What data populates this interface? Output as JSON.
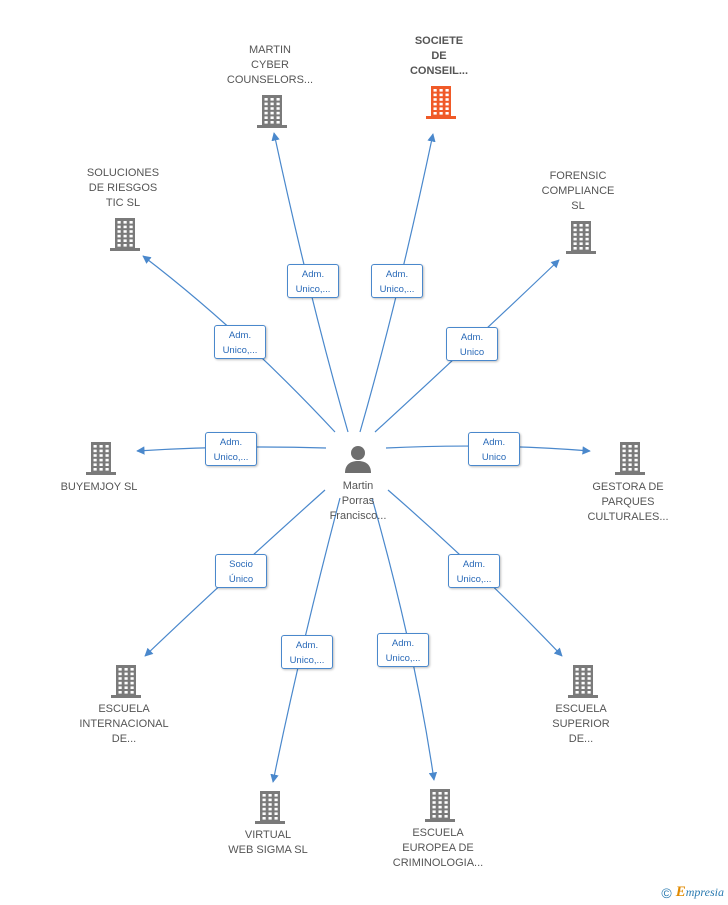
{
  "center": {
    "name_lines": [
      "Martin",
      "Porras",
      "Francisco..."
    ]
  },
  "nodes": [
    {
      "id": "martin-cyber",
      "lines": [
        "MARTIN",
        "CYBER",
        "COUNSELORS..."
      ],
      "role": [
        "Adm.",
        "Unico,..."
      ],
      "highlight": false
    },
    {
      "id": "societe",
      "lines": [
        "SOCIETE",
        "DE",
        "CONSEIL..."
      ],
      "role": [
        "Adm.",
        "Unico,..."
      ],
      "highlight": true
    },
    {
      "id": "soluciones",
      "lines": [
        "SOLUCIONES",
        "DE RIESGOS",
        "TIC  SL"
      ],
      "role": [
        "Adm.",
        "Unico,..."
      ],
      "highlight": false
    },
    {
      "id": "forensic",
      "lines": [
        "FORENSIC",
        "COMPLIANCE",
        "SL"
      ],
      "role": [
        "Adm.",
        "Unico"
      ],
      "highlight": false
    },
    {
      "id": "buyemjoy",
      "lines": [
        "BUYEMJOY SL"
      ],
      "role": [
        "Adm.",
        "Unico,..."
      ],
      "highlight": false
    },
    {
      "id": "gestora",
      "lines": [
        "GESTORA DE",
        "PARQUES",
        "CULTURALES..."
      ],
      "role": [
        "Adm.",
        "Unico"
      ],
      "highlight": false
    },
    {
      "id": "escuela-internacional",
      "lines": [
        "ESCUELA",
        "INTERNACIONAL",
        "DE..."
      ],
      "role": [
        "Socio",
        "Único"
      ],
      "highlight": false
    },
    {
      "id": "escuela-superior",
      "lines": [
        "ESCUELA",
        "SUPERIOR",
        "DE..."
      ],
      "role": [
        "Adm.",
        "Unico,..."
      ],
      "highlight": false
    },
    {
      "id": "virtual",
      "lines": [
        "VIRTUAL",
        "WEB SIGMA  SL"
      ],
      "role": [
        "Adm.",
        "Unico,..."
      ],
      "highlight": false
    },
    {
      "id": "escuela-europea",
      "lines": [
        "ESCUELA",
        "EUROPEA DE",
        "CRIMINOLOGIA..."
      ],
      "role": [
        "Adm.",
        "Unico,..."
      ],
      "highlight": false
    }
  ],
  "colors": {
    "building": "#7a7a7a",
    "building_highlight": "#f05a28",
    "edge": "#4a88cc",
    "person": "#6e6e6e"
  },
  "footer": {
    "copyright": "©",
    "brand_initial": "E",
    "brand_rest": "mpresia"
  }
}
